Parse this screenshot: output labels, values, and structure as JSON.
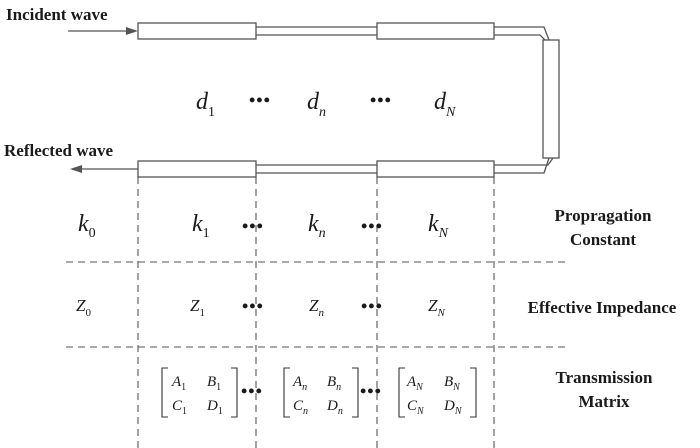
{
  "labels": {
    "incident": "Incident wave",
    "reflected": "Reflected wave",
    "propagation_line1": "Propragation",
    "propagation_line2": "Constant",
    "impedance": "Effective Impedance",
    "transmission_line1": "Transmission",
    "transmission_line2": "Matrix"
  },
  "dots": "•••",
  "symbols": {
    "d": "d",
    "k": "k",
    "Z": "Z",
    "A": "A",
    "B": "B",
    "C": "C",
    "D": "D"
  },
  "subscripts": {
    "one": "1",
    "n": "n",
    "N": "N",
    "zero": "0"
  }
}
